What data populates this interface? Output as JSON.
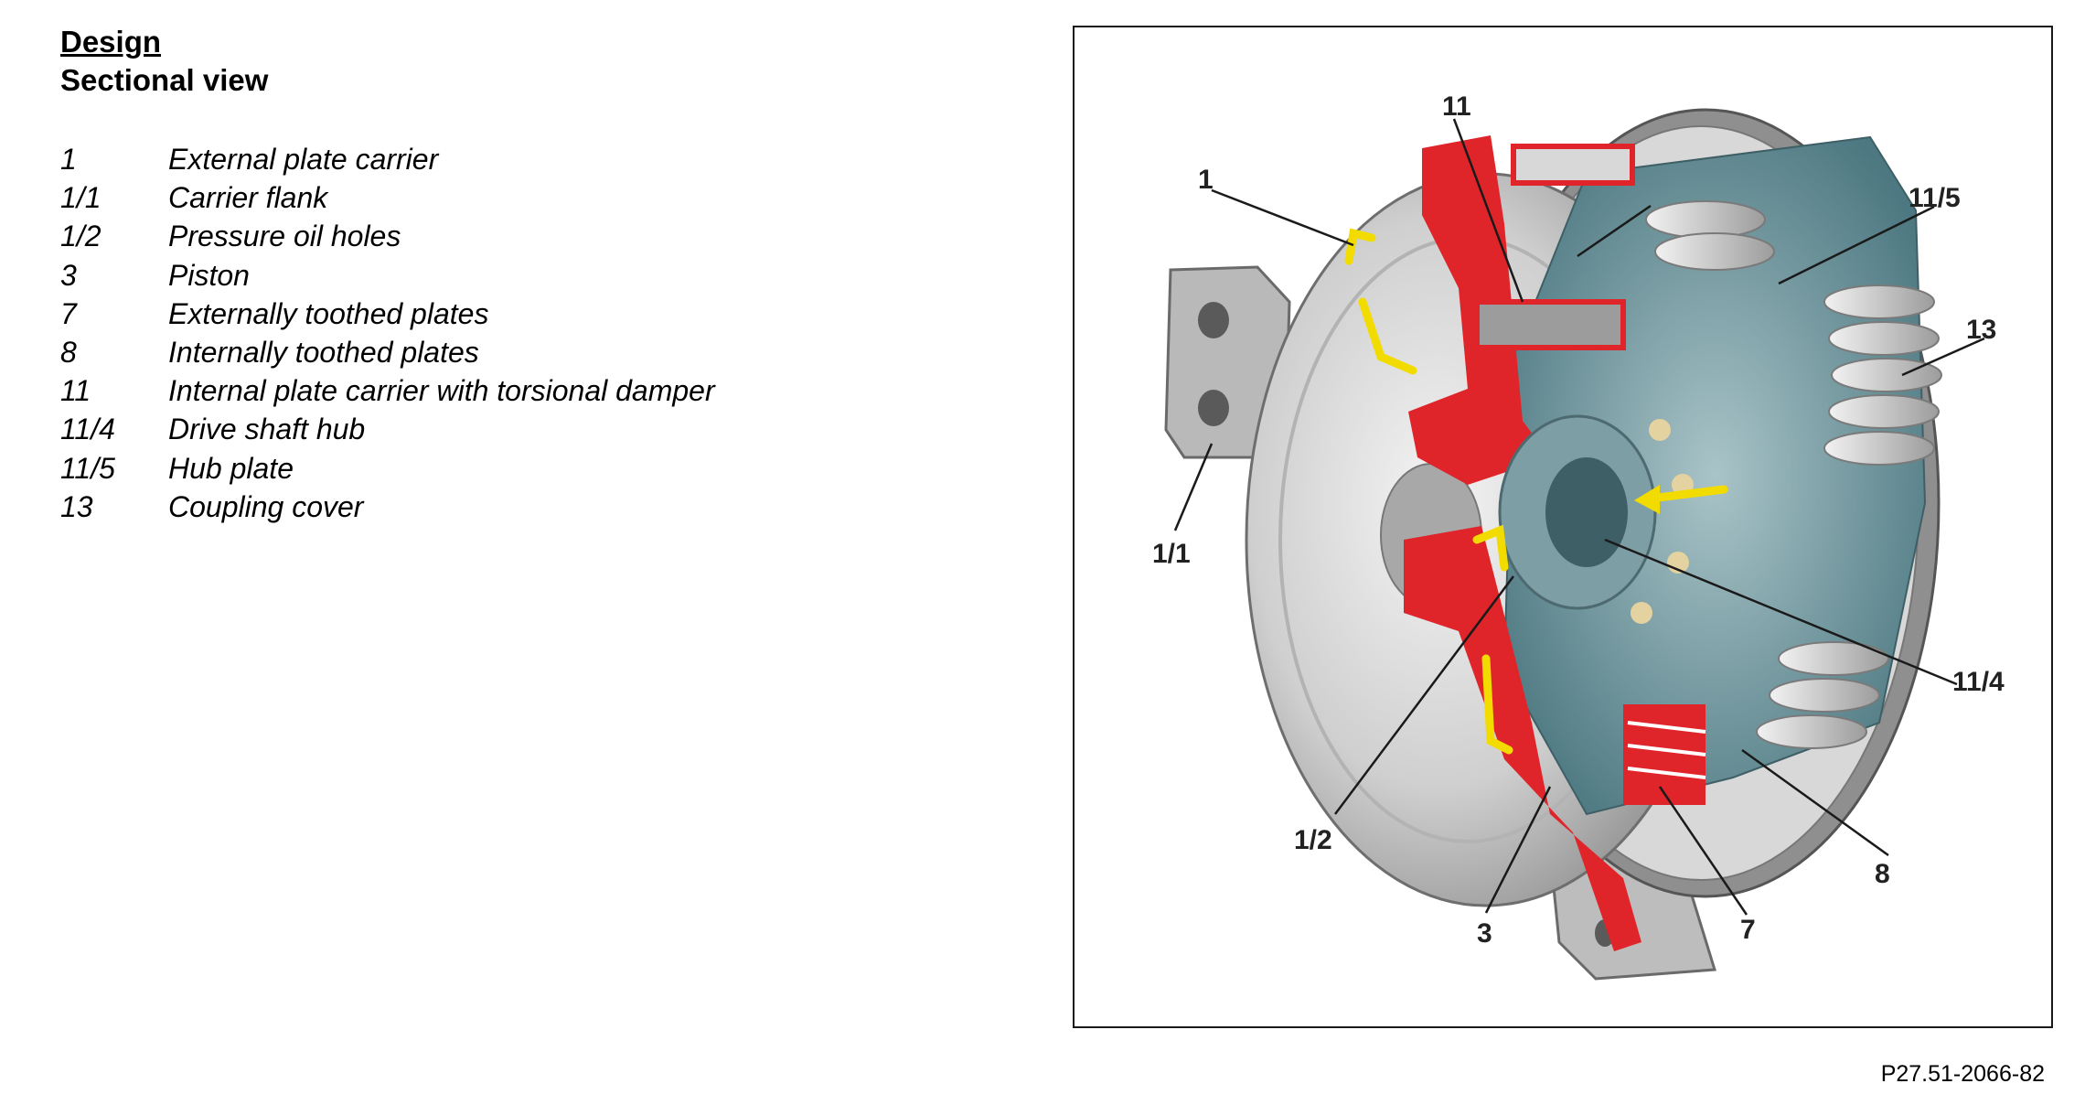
{
  "heading": "Design",
  "subheading": "Sectional view",
  "legend": [
    {
      "num": "1",
      "text": "External plate carrier"
    },
    {
      "num": "1/1",
      "text": "Carrier flank"
    },
    {
      "num": "1/2",
      "text": "Pressure oil holes"
    },
    {
      "num": "3",
      "text": "Piston"
    },
    {
      "num": "7",
      "text": "Externally toothed plates"
    },
    {
      "num": "8",
      "text": "Internally toothed plates"
    },
    {
      "num": "11",
      "text": "Internal plate carrier with torsional damper"
    },
    {
      "num": "11/4",
      "text": "Drive shaft hub"
    },
    {
      "num": "11/5",
      "text": "Hub plate"
    },
    {
      "num": "13",
      "text": "Coupling cover"
    }
  ],
  "callouts": {
    "c1": "1",
    "c11": "11",
    "c11_5": "11/5",
    "c13": "13",
    "c1_1": "1/1",
    "c11_4": "11/4",
    "c1_2": "1/2",
    "c8": "8",
    "c3": "3",
    "c7": "7"
  },
  "figure_ref": "P27.51-2066-82",
  "colors": {
    "section_red": "#e0252a",
    "metal_grey": "#c9c9c9",
    "interior_teal": "#5e8a92",
    "oil_flow_yellow": "#f2dc00"
  }
}
